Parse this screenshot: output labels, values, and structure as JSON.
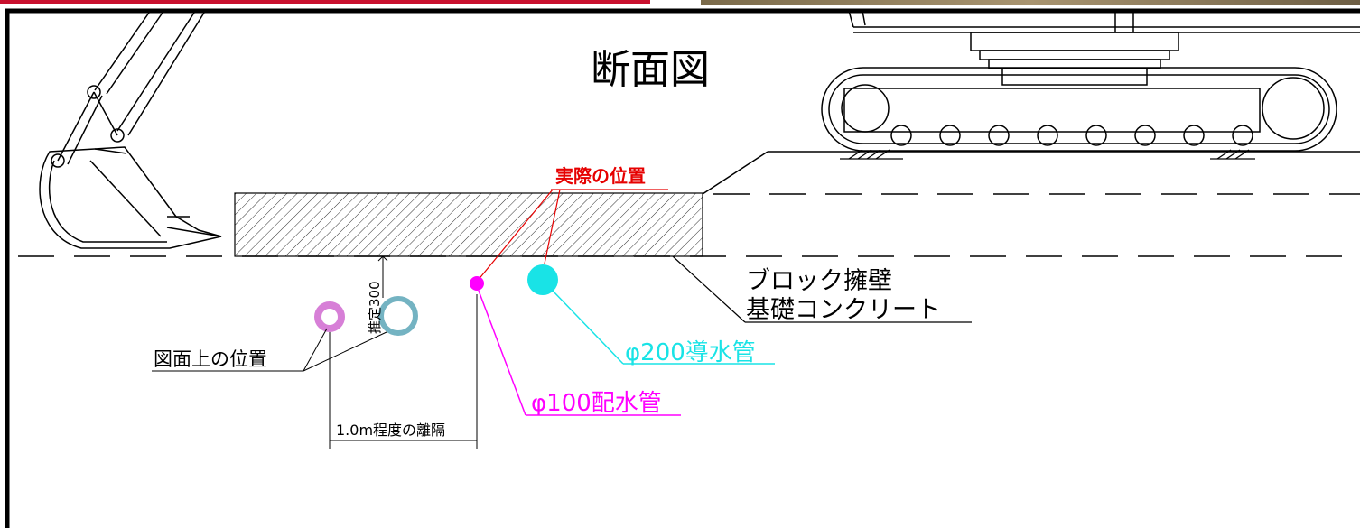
{
  "title": "断面図",
  "labels": {
    "actual_position": "実際の位置",
    "block_wall_line1": "ブロック擁壁",
    "block_wall_line2": "基礎コンクリート",
    "conduit_200": "φ200導水管",
    "pipe_100": "φ100配水管",
    "drawing_position": "図面上の位置",
    "estimated_depth": "推定300",
    "separation": "1.0m程度の離隔"
  },
  "colors": {
    "frame": "#000000",
    "actual_label": "#e60000",
    "conduit_cyan": "#19e3e6",
    "pipe_magenta": "#ff00ff",
    "drawing_pink": "#d77fd7",
    "drawing_blue": "#74b3c2",
    "banner_red": "#c8102e"
  },
  "icons": [
    "excavator-arm-icon",
    "crawler-excavator-icon",
    "ground-hatch-icon"
  ]
}
